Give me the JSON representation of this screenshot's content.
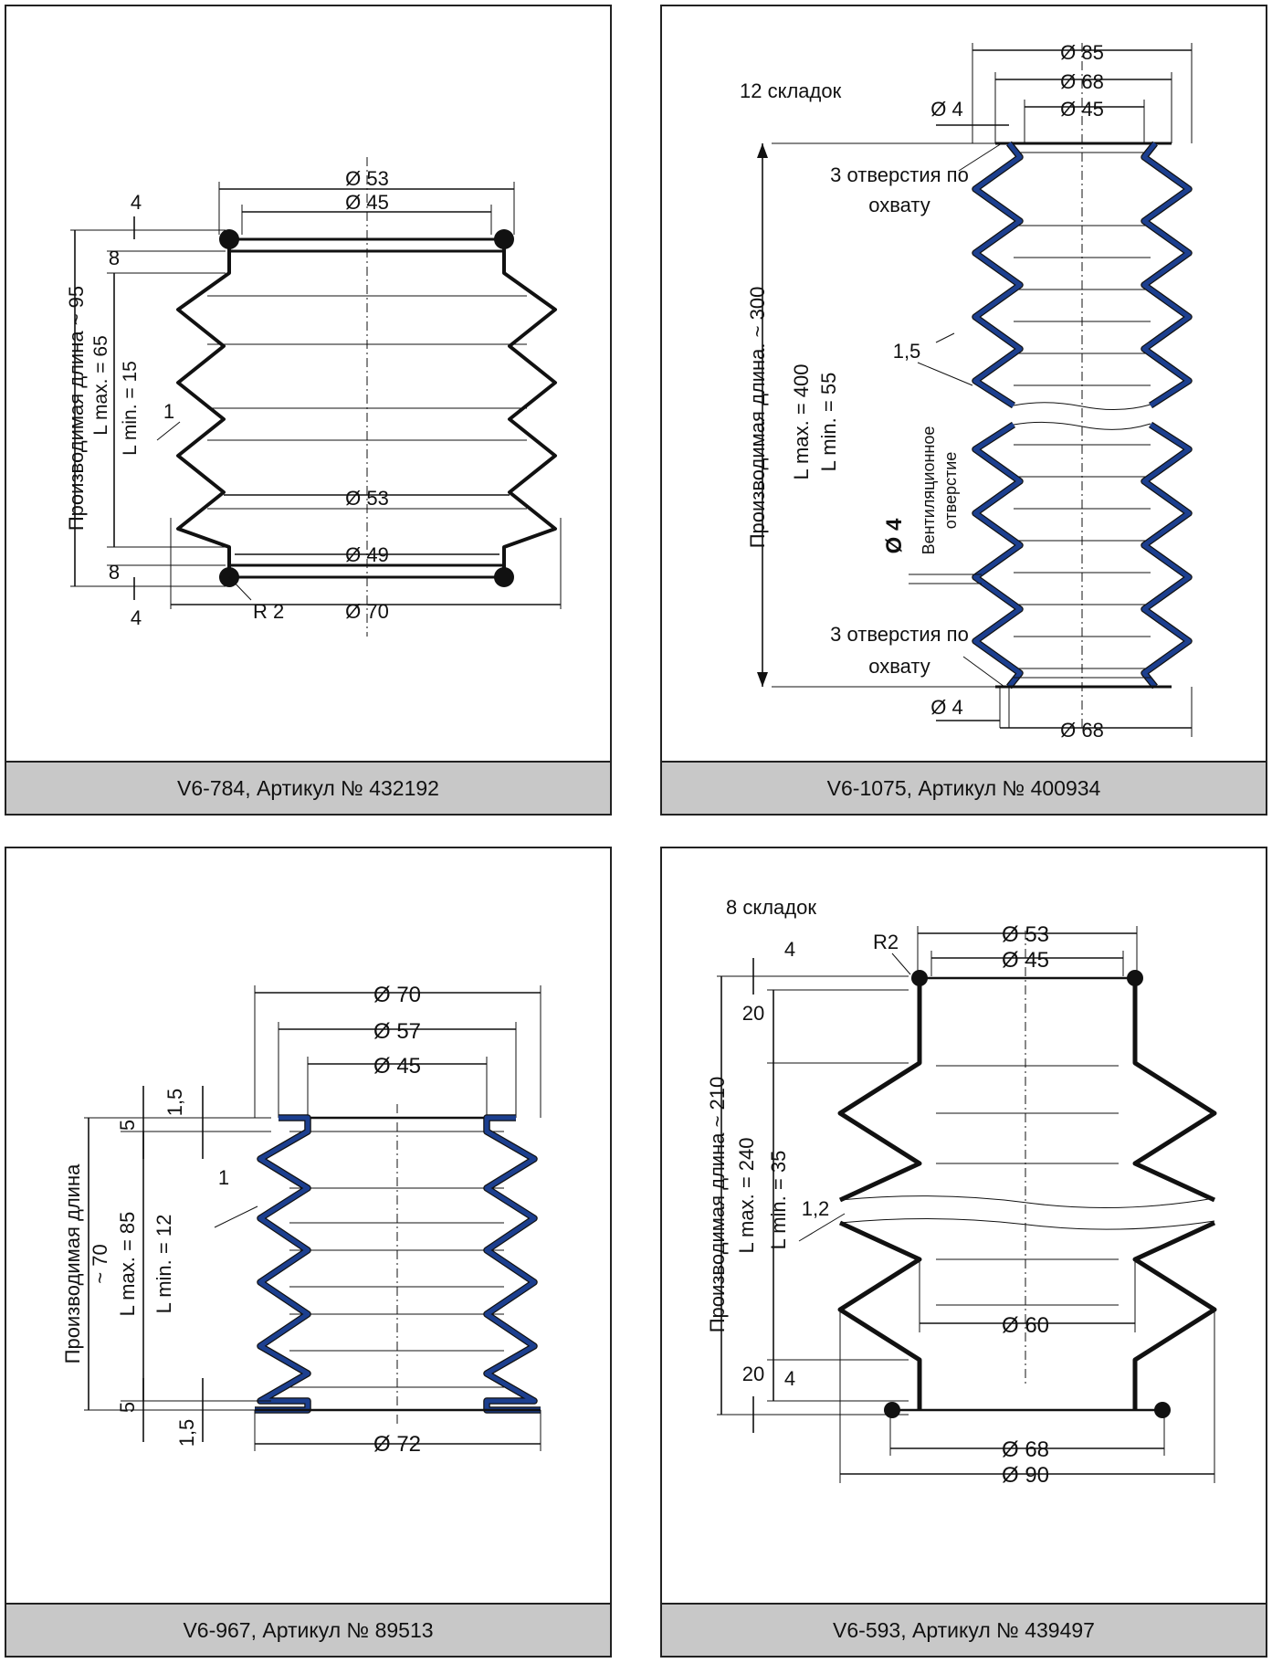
{
  "panels": [
    {
      "caption": "V6-784, Артикул № 432192",
      "labels": {
        "d_top_outer": "Ø 53",
        "d_top_inner": "Ø 45",
        "d_mid": "Ø 53",
        "d_bot_inner": "Ø 49",
        "d_bot_outer": "Ø 70",
        "dim_4_top": "4",
        "dim_8_top": "8",
        "dim_8_bot": "8",
        "dim_4_bot": "4",
        "radius": "R 2",
        "thickness": "1",
        "produced_length": "Производимая длина ~ 95",
        "l_max": "L max. = 65",
        "l_min": "L min. = 15"
      }
    },
    {
      "caption": "V6-1075, Артикул № 400934",
      "labels": {
        "folds": "12  складок",
        "d85": "Ø 85",
        "d68": "Ø 68",
        "d45": "Ø 45",
        "d4_top": "Ø 4",
        "holes_top_1": "3 отверстия по",
        "holes_top_2": "охвату",
        "thickness": "1,5",
        "produced_length": "Производимая длина. ~ 300",
        "l_max": "L max. = 400",
        "l_min": "L min. = 55",
        "vent_1": "Вентиляционное",
        "vent_2": "отверстие",
        "vent_d": "Ø 4",
        "holes_bot_1": "3 отверстия по",
        "holes_bot_2": "охвату",
        "d4_bot": "Ø 4",
        "d68_bot": "Ø 68"
      }
    },
    {
      "caption": "V6-967, Артикул № 89513",
      "labels": {
        "d70": "Ø 70",
        "d57": "Ø 57",
        "d45": "Ø 45",
        "d72": "Ø 72",
        "dim_15_top": "1,5",
        "dim_5_top": "5",
        "dim_5_bot": "5",
        "dim_15_bot": "1,5",
        "thickness": "1",
        "produced_length_1": "Производимая длина",
        "produced_length_2": "~ 70",
        "l_max": "L max. = 85",
        "l_min": "L min. = 12"
      }
    },
    {
      "caption": "V6-593, Артикул № 439497",
      "labels": {
        "folds": "8 складок",
        "r2": "R2",
        "d53": "Ø 53",
        "d45": "Ø 45",
        "dim_4_top": "4",
        "dim_20_top": "20",
        "thickness": "1,2",
        "d60": "Ø 60",
        "dim_20_bot": "20",
        "dim_4_bot": "4",
        "d68": "Ø 68",
        "d90": "Ø 90",
        "produced_length": "Производимая длина ~ 210",
        "l_max": "L max. = 240",
        "l_min": "L min. = 35"
      }
    }
  ]
}
